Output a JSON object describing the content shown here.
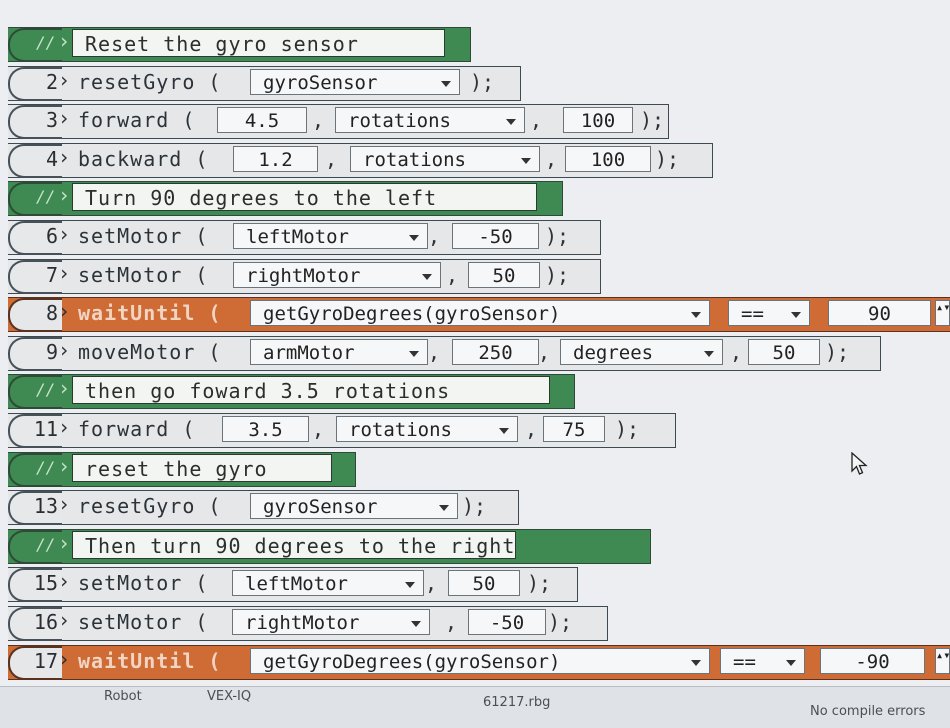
{
  "lines": [
    {
      "type": "comment",
      "text": "Reset the gyro sensor"
    },
    {
      "type": "code",
      "num": "2",
      "fn": "resetGyro (",
      "args": [
        {
          "kind": "dd",
          "v": "gyroSensor"
        }
      ],
      "end": ");"
    },
    {
      "type": "code",
      "num": "3",
      "fn": "forward (",
      "args": [
        {
          "kind": "num",
          "v": "4.5"
        },
        {
          "kind": "dd",
          "v": "rotations"
        },
        {
          "kind": "num",
          "v": "100"
        }
      ],
      "end": ");"
    },
    {
      "type": "code",
      "num": "4",
      "fn": "backward (",
      "args": [
        {
          "kind": "num",
          "v": "1.2"
        },
        {
          "kind": "dd",
          "v": "rotations"
        },
        {
          "kind": "num",
          "v": "100"
        }
      ],
      "end": ");"
    },
    {
      "type": "comment",
      "text": "Turn 90 degrees to the left"
    },
    {
      "type": "code",
      "num": "6",
      "fn": "setMotor (",
      "args": [
        {
          "kind": "dd",
          "v": "leftMotor"
        },
        {
          "kind": "num",
          "v": "-50"
        }
      ],
      "end": ");"
    },
    {
      "type": "code",
      "num": "7",
      "fn": "setMotor (",
      "args": [
        {
          "kind": "dd",
          "v": "rightMotor"
        },
        {
          "kind": "num",
          "v": "50"
        }
      ],
      "end": ");"
    },
    {
      "type": "wait",
      "num": "8",
      "fn": "waitUntil (",
      "args": [
        {
          "kind": "dd",
          "v": "getGyroDegrees(gyroSensor)"
        },
        {
          "kind": "dd",
          "v": "=="
        },
        {
          "kind": "num",
          "v": "90"
        }
      ]
    },
    {
      "type": "code",
      "num": "9",
      "fn": "moveMotor (",
      "args": [
        {
          "kind": "dd",
          "v": "armMotor"
        },
        {
          "kind": "num",
          "v": "250"
        },
        {
          "kind": "dd",
          "v": "degrees"
        },
        {
          "kind": "num",
          "v": "50"
        }
      ],
      "end": ");"
    },
    {
      "type": "comment",
      "text": "then go foward 3.5 rotations"
    },
    {
      "type": "code",
      "num": "11",
      "fn": "forward (",
      "args": [
        {
          "kind": "num",
          "v": "3.5"
        },
        {
          "kind": "dd",
          "v": "rotations"
        },
        {
          "kind": "num",
          "v": "75"
        }
      ],
      "end": ");"
    },
    {
      "type": "comment",
      "text": "reset the gyro"
    },
    {
      "type": "code",
      "num": "13",
      "fn": "resetGyro (",
      "args": [
        {
          "kind": "dd",
          "v": "gyroSensor"
        }
      ],
      "end": ");"
    },
    {
      "type": "comment",
      "text": "Then turn 90 degrees to the right"
    },
    {
      "type": "code",
      "num": "15",
      "fn": "setMotor (",
      "args": [
        {
          "kind": "dd",
          "v": "leftMotor"
        },
        {
          "kind": "num",
          "v": "50"
        }
      ],
      "end": ");"
    },
    {
      "type": "code",
      "num": "16",
      "fn": "setMotor (",
      "args": [
        {
          "kind": "dd",
          "v": "rightMotor"
        },
        {
          "kind": "num",
          "v": "-50"
        }
      ],
      "end": ");"
    },
    {
      "type": "wait",
      "num": "17",
      "fn": "waitUntil (",
      "args": [
        {
          "kind": "dd",
          "v": "getGyroDegrees(gyroSensor)"
        },
        {
          "kind": "dd",
          "v": "=="
        },
        {
          "kind": "num",
          "v": "-90"
        }
      ]
    }
  ],
  "comment_marker": "//",
  "statusbar": {
    "robot_label": "Robot",
    "platform": "VEX-IQ",
    "filename": "61217.rbg",
    "compile_status": "No compile errors"
  },
  "colors": {
    "comment_green": "#3f8a52",
    "wait_orange": "#cf6b35",
    "band_gray": "#e6e7e9"
  }
}
